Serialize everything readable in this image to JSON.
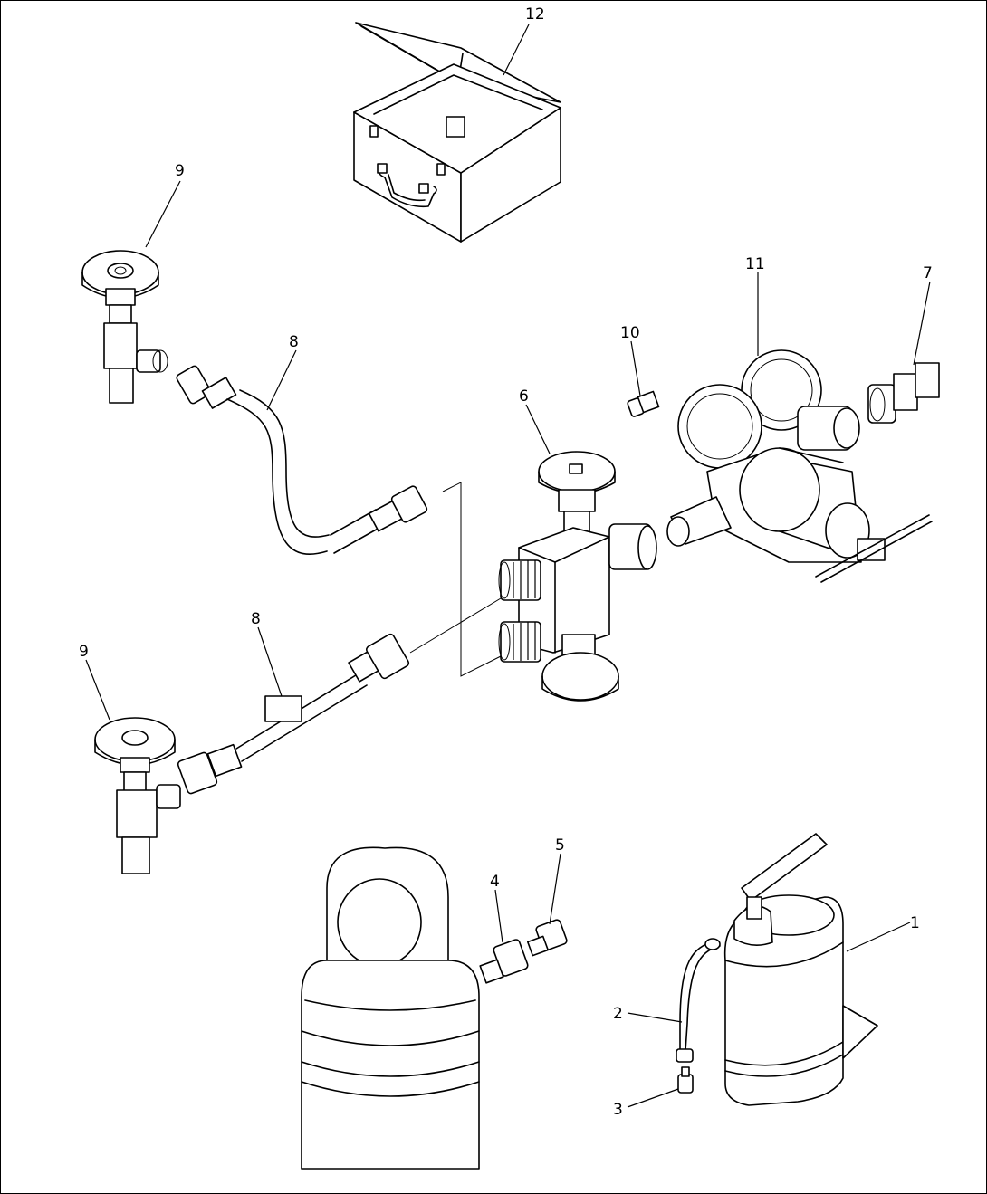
{
  "diagram": {
    "callouts": [
      {
        "id": "12",
        "label": "12"
      },
      {
        "id": "9a",
        "label": "9"
      },
      {
        "id": "8a",
        "label": "8"
      },
      {
        "id": "11",
        "label": "11"
      },
      {
        "id": "7",
        "label": "7"
      },
      {
        "id": "10",
        "label": "10"
      },
      {
        "id": "6",
        "label": "6"
      },
      {
        "id": "8b",
        "label": "8"
      },
      {
        "id": "9b",
        "label": "9"
      },
      {
        "id": "5",
        "label": "5"
      },
      {
        "id": "4",
        "label": "4"
      },
      {
        "id": "1",
        "label": "1"
      },
      {
        "id": "2",
        "label": "2"
      },
      {
        "id": "3",
        "label": "3"
      }
    ]
  }
}
